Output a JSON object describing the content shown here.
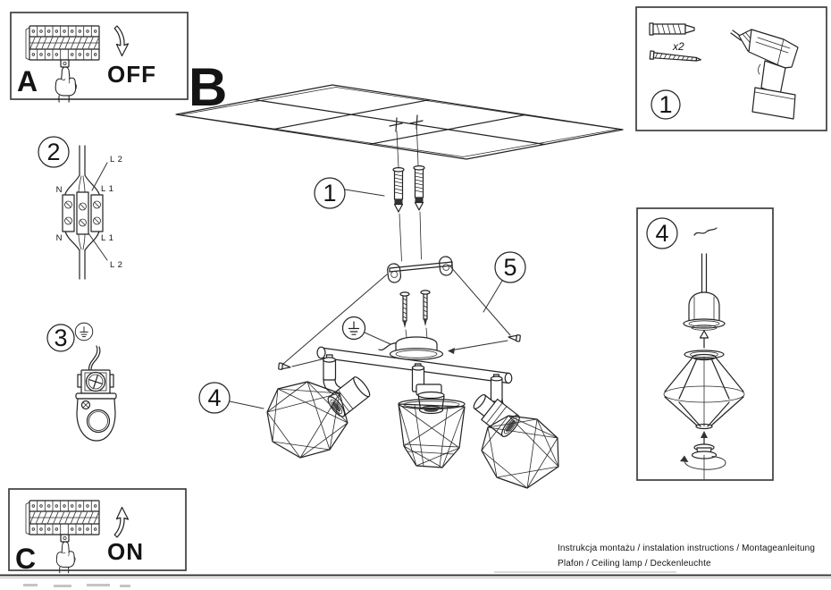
{
  "section_b": {
    "letter": "B"
  },
  "panel_a": {
    "letter": "A",
    "power_label": "OFF"
  },
  "panel_c": {
    "letter": "C",
    "power_label": "ON"
  },
  "panel_tools": {
    "step": "1",
    "screw_quantity": "x2"
  },
  "panel_wiring": {
    "step": "2",
    "labels": {
      "n_top": "N",
      "l1_top": "L 1",
      "l2_top": "L 2",
      "n_bottom": "N",
      "l1_bottom": "L 1",
      "l2_bottom": "L 2"
    }
  },
  "panel_ground": {
    "step": "3"
  },
  "panel_shade": {
    "step": "4"
  },
  "callouts": {
    "screws": "1",
    "shade": "4",
    "bracket_assembly": "5"
  },
  "footer": {
    "line1": "Instrukcja montażu / instalation instructions / Montageanleitung",
    "line2": "Plafon / Ceiling lamp / Deckenleuchte"
  },
  "colors": {
    "line": "#222222",
    "panel_border": "#3d3d3d",
    "background": "#ffffff"
  }
}
